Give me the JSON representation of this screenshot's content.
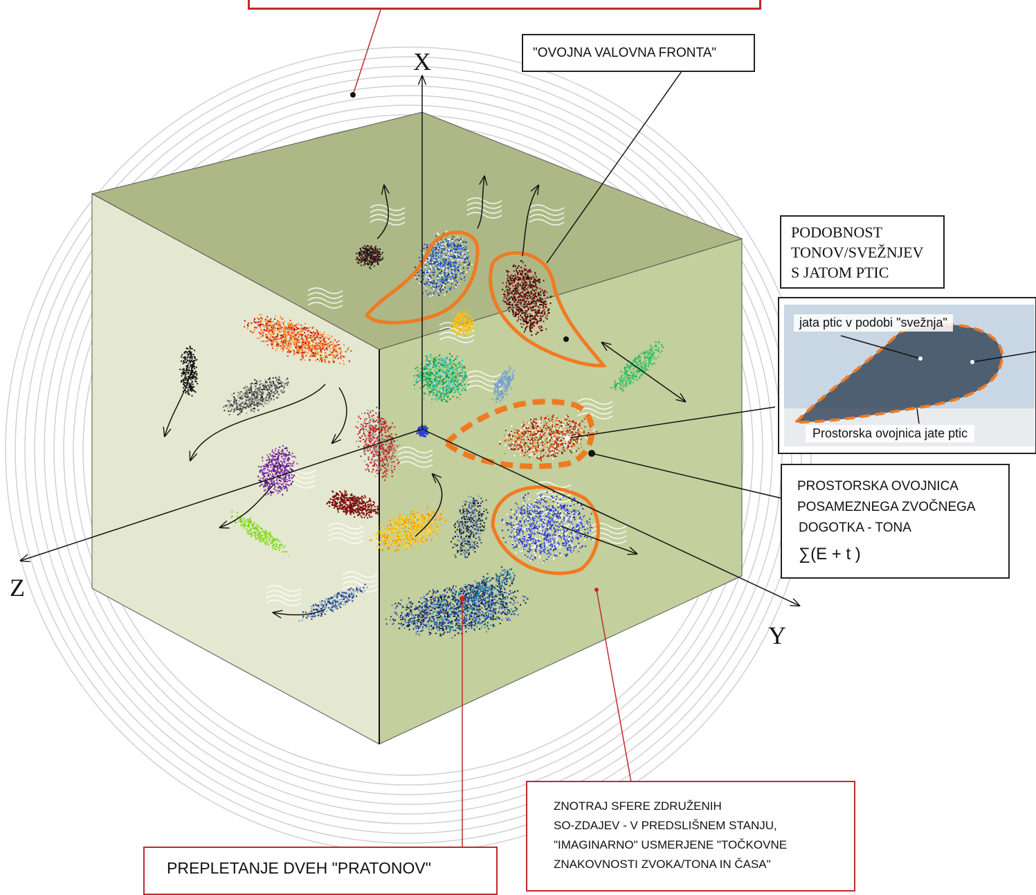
{
  "axes": {
    "x": "X",
    "y": "Y",
    "z": "Z"
  },
  "labels": {
    "wavefront": "\"OVOJNA VALOVNA FRONTA\"",
    "similarity": [
      "PODOBNOST",
      "TONOV/SVEŽNJEV",
      "S JATOM PTIC"
    ],
    "photo_top": "jata ptic v podobi \"svežnja\"",
    "photo_bottom": "Prostorska ovojnica jate ptic",
    "envelope": [
      "PROSTORSKA OVOJNICA",
      "POSAMEZNEGA  ZVOČNEGA",
      "DOGOTKA - TONA"
    ],
    "formula": "∑(E + t )",
    "sphere": [
      "ZNOTRAJ SFERE ZDRUŽENIH",
      "SO-ZDAJEV - V PREDSLIŠNEM STANJU,",
      "\"IMAGINARNO\" USMERJENE \"TOČKOVNE",
      "ZNAKOVNOSTI  ZVOKA/TONA IN ČASA\""
    ],
    "intertwining": "PREPLETANJE  DVEH  \"PRATONOV\""
  },
  "colors": {
    "cube_top": "#aeb886",
    "cube_left": "#e4e8d0",
    "cube_right": "#c3cf9c",
    "red_callout": "#c0282d",
    "envelope_orange": "#f07a22"
  }
}
